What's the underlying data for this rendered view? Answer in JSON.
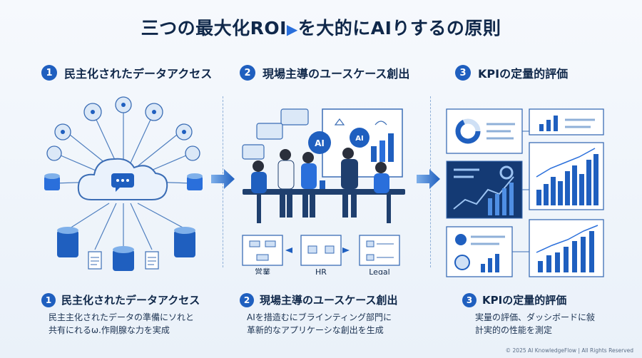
{
  "title": {
    "before": "三つの最大化ROI",
    "arrow": "▶",
    "after": "を大的にAIりするの原則"
  },
  "columns": [
    {
      "number": "1",
      "heading": "民主化されたデータアクセス",
      "bottom_heading": "民主化されたデータアクセス",
      "desc_line1": "民主主化されたデータの準備にソれと",
      "desc_line2": "共有にれるω.作剛腺な力を実成"
    },
    {
      "number": "2",
      "heading": "現場主導のユースケース創出",
      "bottom_heading": "現場主導のユースケース創出",
      "desc_line1": "AIを措造むにブラインティング部門に",
      "desc_line2": "革新的なアプリケーシな創出を生成",
      "ai_bubble_1": "AI",
      "ai_bubble_2": "AI",
      "dept_labels": [
        "営業",
        "HR",
        "Legal"
      ]
    },
    {
      "number": "3",
      "heading": "KPIの定量的評価",
      "bottom_heading": "KPIの定量的評価",
      "desc_line1": "実量の評価、ダッシボードに敍",
      "desc_line2": "計実的の性能を測定"
    }
  ],
  "footer": "© 2025 AI KnowledgeFlow | All Rights Reserved",
  "colors": {
    "primary": "#1f5fbf",
    "navy": "#10284a",
    "accent": "#2a6fdb",
    "light_blue": "#cfe0f5"
  }
}
